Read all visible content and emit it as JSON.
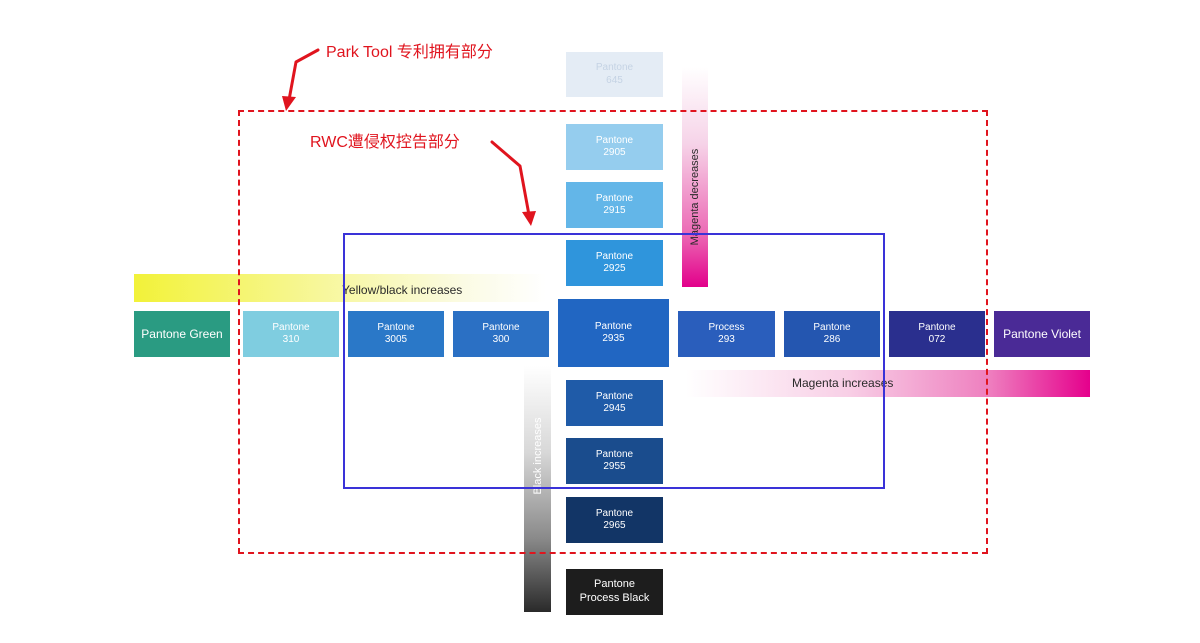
{
  "annotations": {
    "park_tool": "Park Tool  专利拥有部分",
    "rwc": "RWC遭侵权控告部分"
  },
  "gradients": {
    "yellow_black": "Yellow/black increases",
    "magenta_increases": "Magenta increases",
    "magenta_decreases": "Magenta decreases",
    "black_increases": "Black increases"
  },
  "swatches": {
    "p645": {
      "l1": "Pantone",
      "l2": "645",
      "color": "#e4ecf5"
    },
    "p2905": {
      "l1": "Pantone",
      "l2": "2905",
      "color": "#95cdee"
    },
    "p2915": {
      "l1": "Pantone",
      "l2": "2915",
      "color": "#63b6e8"
    },
    "p2925": {
      "l1": "Pantone",
      "l2": "2925",
      "color": "#2f95dc"
    },
    "p2935": {
      "l1": "Pantone",
      "l2": "2935",
      "color": "#2166c2"
    },
    "p2945": {
      "l1": "Pantone",
      "l2": "2945",
      "color": "#1f5ba8"
    },
    "p2955": {
      "l1": "Pantone",
      "l2": "2955",
      "color": "#1a4c8d"
    },
    "p2965": {
      "l1": "Pantone",
      "l2": "2965",
      "color": "#123566"
    },
    "pblack": {
      "l1": "Pantone",
      "l2": "Process Black",
      "color": "#1d1d1d"
    },
    "pgreen": {
      "l1": "Pantone Green",
      "color": "#2a9b82"
    },
    "p310": {
      "l1": "Pantone",
      "l2": "310",
      "color": "#7fcde0"
    },
    "p3005": {
      "l1": "Pantone",
      "l2": "3005",
      "color": "#2a78c8"
    },
    "p300": {
      "l1": "Pantone",
      "l2": "300",
      "color": "#2b70c4"
    },
    "pp293": {
      "l1": "Process",
      "l2": "293",
      "color": "#2a5ebc"
    },
    "p286": {
      "l1": "Pantone",
      "l2": "286",
      "color": "#2456b0"
    },
    "p072": {
      "l1": "Pantone",
      "l2": "072",
      "color": "#2a2f8e"
    },
    "pviolet": {
      "l1": "Pantone Violet",
      "color": "#4a2a96"
    }
  }
}
